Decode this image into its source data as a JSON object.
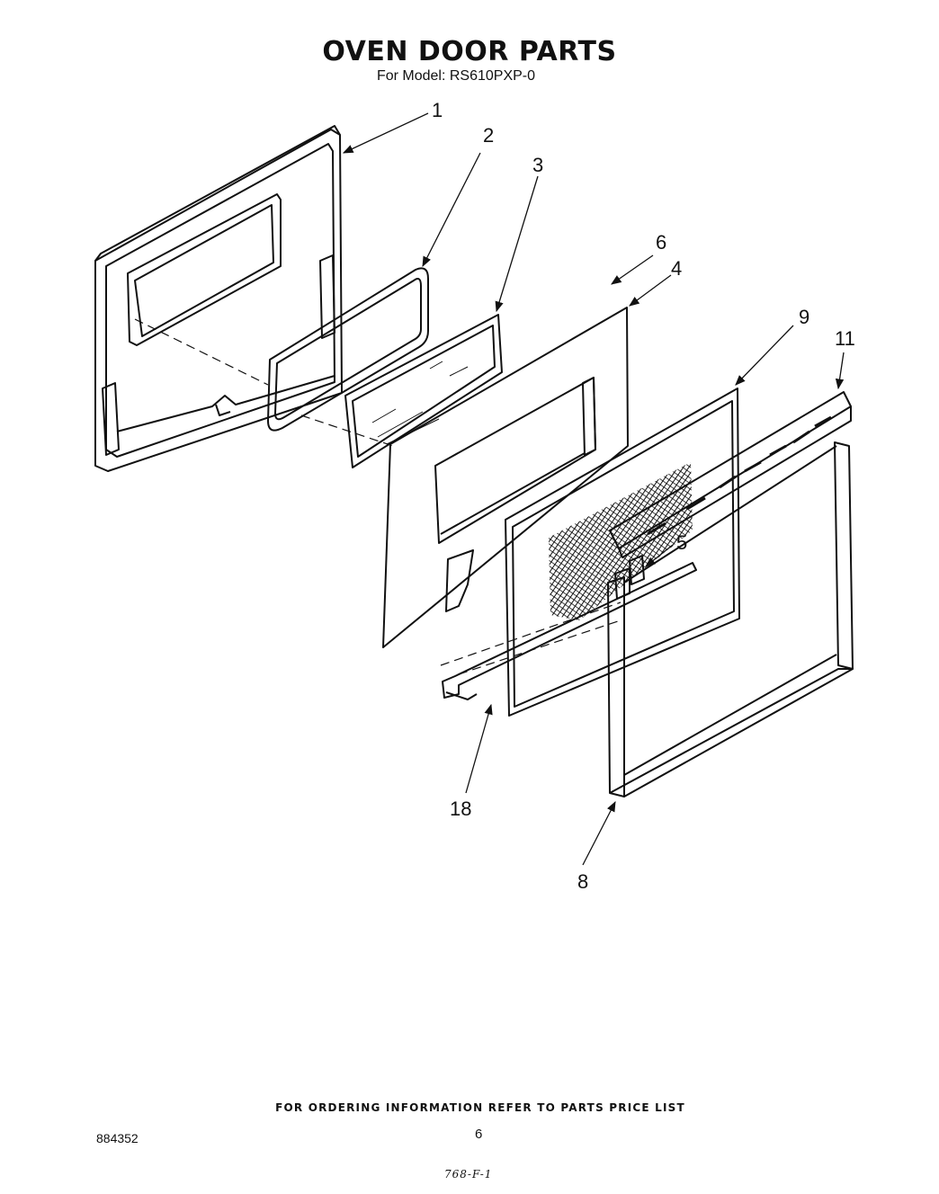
{
  "header": {
    "title": "OVEN DOOR PARTS",
    "model_line": "For Model: RS610PXP-0"
  },
  "callouts": [
    {
      "id": "c1",
      "label": "1"
    },
    {
      "id": "c2",
      "label": "2"
    },
    {
      "id": "c3",
      "label": "3"
    },
    {
      "id": "c6",
      "label": "6"
    },
    {
      "id": "c4",
      "label": "4"
    },
    {
      "id": "c9",
      "label": "9"
    },
    {
      "id": "c11",
      "label": "11"
    },
    {
      "id": "c5",
      "label": "5"
    },
    {
      "id": "c18",
      "label": "18"
    },
    {
      "id": "c8",
      "label": "8"
    }
  ],
  "footer": {
    "ordering_note": "FOR ORDERING INFORMATION REFER TO PARTS PRICE LIST",
    "document_number": "884352",
    "page_number": "6",
    "handwritten_note": "768-F-1"
  }
}
